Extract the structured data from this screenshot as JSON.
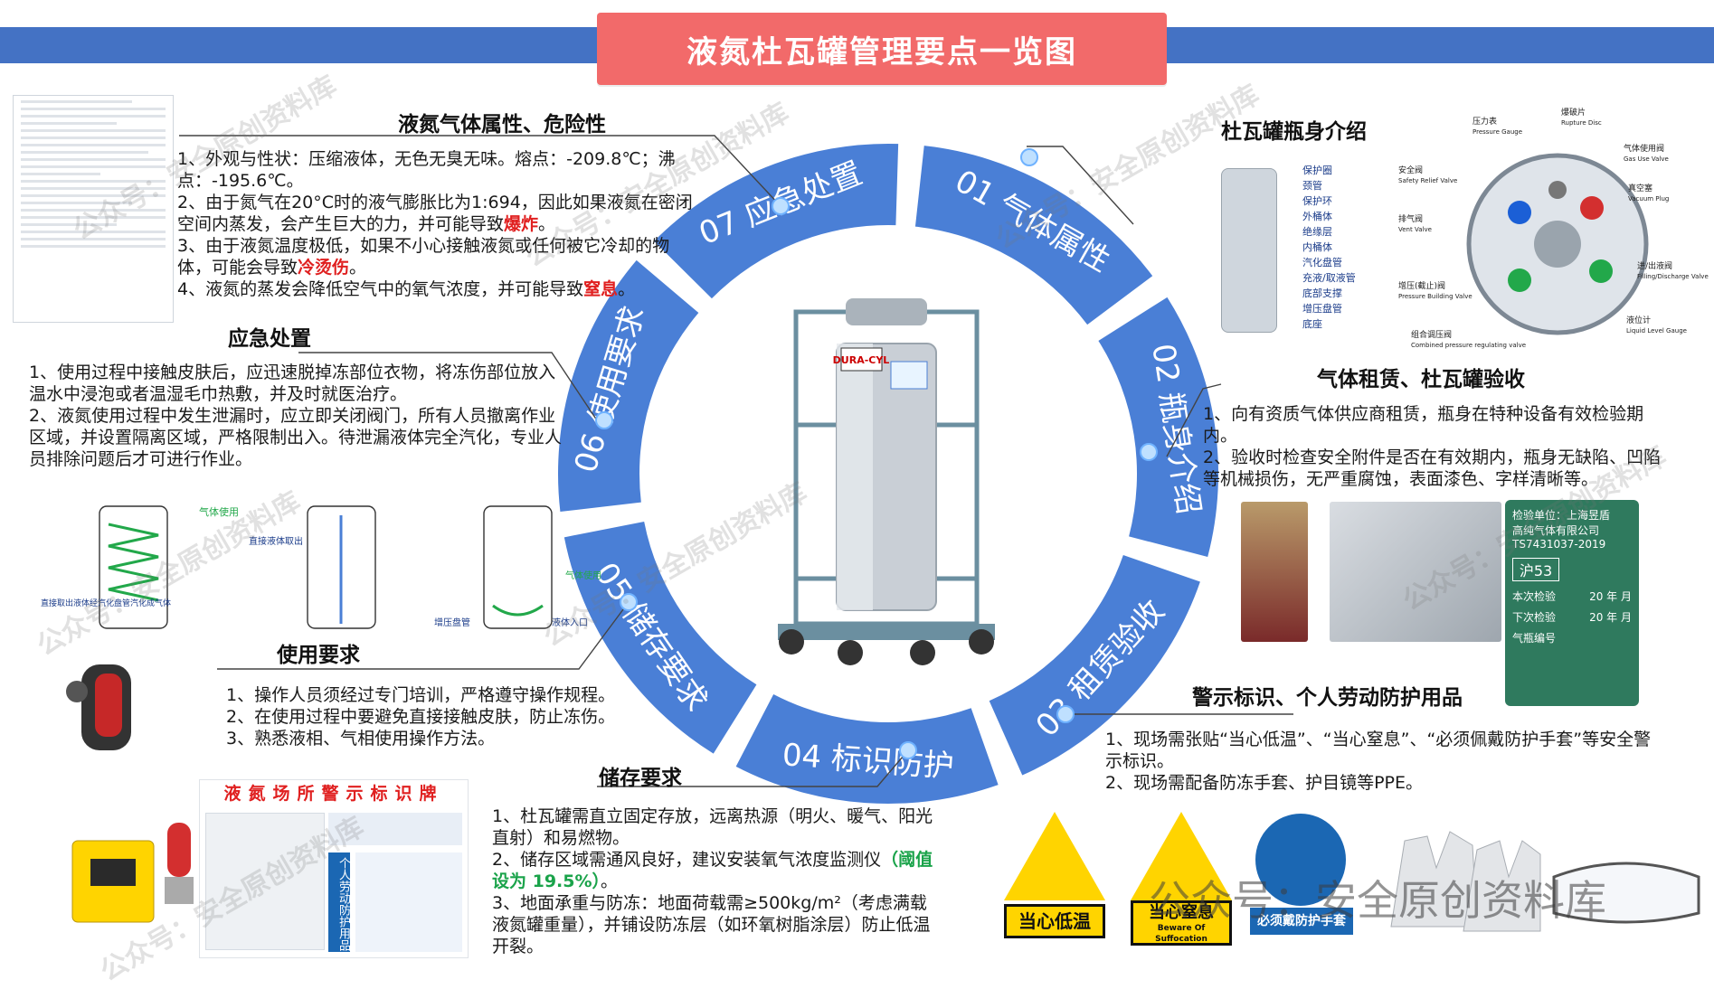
{
  "title": "液氮杜瓦罐管理要点一览图",
  "ring": {
    "segments": [
      {
        "label": "01 气体属性"
      },
      {
        "label": "02 瓶身介绍"
      },
      {
        "label": "03 租赁验收"
      },
      {
        "label": "04 标识防护"
      },
      {
        "label": "05 储存要求"
      },
      {
        "label": "06 使用要求"
      },
      {
        "label": "07 应急处置"
      }
    ],
    "color": "#4a7fd6"
  },
  "gas": {
    "heading": "液氮气体属性、危险性",
    "l1": "1、外观与性状：压缩液体，无色无臭无味。熔点：-209.8℃；沸点：-195.6℃。",
    "l2a": "2、由于氮气在20°C时的液气膨胀比为1:694，因此如果液氮在密闭空间内蒸发，会产生巨大的力，并可能导致",
    "l2b": "爆炸",
    "l2c": "。",
    "l3a": "3、由于液氮温度极低，如果不小心接触液氮或任何被它冷却的物体，可能会导致",
    "l3b": "冷烫伤",
    "l3c": "。",
    "l4a": "4、液氮的蒸发会降低空气中的氧气浓度，并可能导致",
    "l4b": "窒息",
    "l4c": "。"
  },
  "body": {
    "heading": "杜瓦罐瓶身介绍",
    "cylinder_labels": [
      "保护圈",
      "颈管",
      "保护环",
      "外桶体",
      "绝缘层",
      "内桶体",
      "汽化盘管",
      "充液/取液管",
      "底部支撑",
      "增压盘管",
      "底座"
    ],
    "valve_labels": [
      {
        "cn": "压力表",
        "en": "Pressure Gauge"
      },
      {
        "cn": "爆破片",
        "en": "Rupture Disc"
      },
      {
        "cn": "气体使用阀",
        "en": "Gas Use Valve"
      },
      {
        "cn": "安全阀",
        "en": "Safety Relief Valve"
      },
      {
        "cn": "真空塞",
        "en": "Vacuum Plug"
      },
      {
        "cn": "排气阀",
        "en": "Vent Valve"
      },
      {
        "cn": "进/出液阀",
        "en": "Filling/Discharge Valve"
      },
      {
        "cn": "增压(截止)阀",
        "en": "Pressure Building Valve"
      },
      {
        "cn": "液位计",
        "en": "Liquid Level Gauge"
      },
      {
        "cn": "组合调压阀",
        "en": "Combined pressure regulating valve"
      }
    ]
  },
  "rental": {
    "heading": "气体租赁、杜瓦罐验收",
    "l1": "1、向有资质气体供应商租赁，瓶身在特种设备有效检验期内。",
    "l2": "2、验收时检查安全附件是否在有效期内，瓶身无缺陷、凹陷等机械损伤，无严重腐蚀，表面漆色、字样清晰等。"
  },
  "tag": {
    "line1": "检验单位：上海昱盾",
    "line2": "高纯气体有限公司",
    "line3": "TS7431037-2019",
    "plate": "沪53",
    "row1": "本次检验",
    "row2": "下次检验",
    "row3": "气瓶编号",
    "year": "20  年  月"
  },
  "ppe": {
    "heading": "警示标识、个人劳动防护用品",
    "l1": "1、现场需张贴“当心低温”、“当心窒息”、“必须佩戴防护手套”等安全警示标识。",
    "l2": "2、现场需配备防冻手套、护目镜等PPE。",
    "sign1": "当心低温",
    "sign2": "当心窒息",
    "sign2_en": "Beware Of Suffocation",
    "sign3": "必须戴防护手套"
  },
  "storage": {
    "heading": "储存要求",
    "l1": "1、杜瓦罐需直立固定存放，远离热源（明火、暖气、阳光直射）和易燃物。",
    "l2a": "2、储存区域需通风良好，建议安装氧气浓度监测仪",
    "l2b": "（阈值设为 19.5%）",
    "l2c": "。",
    "l3": "3、地面承重与防冻：地面荷载需≥500kg/m²（考虑满载液氮罐重量），并铺设防冻层（如环氧树脂涂层）防止低温开裂。"
  },
  "use": {
    "heading": "使用要求",
    "l1": "1、操作人员须经过专门培训，严格遵守操作规程。",
    "l2": "2、在使用过程中要避免直接接触皮肤，防止冻伤。",
    "l3": "3、熟悉液相、气相使用操作方法。",
    "diagram_labels": [
      "气体使用",
      "直接液体取出",
      "直接取出液体经汽化盘管汽化成气体",
      "气体使用",
      "增压盘管",
      "液体入口"
    ]
  },
  "emergency": {
    "heading": "应急处置",
    "l1": "1、使用过程中接触皮肤后，应迅速脱掉冻部位衣物，将冻伤部位放入温水中浸泡或者温湿毛巾热敷，并及时就医治疗。",
    "l2": "2、液氮使用过程中发生泄漏时，应立即关闭阀门，所有人员撤离作业区域，并设置隔离区域，严格限制出入。待泄漏液体完全汽化，专业人员排除问题后才可进行作业。"
  },
  "warning_panel": {
    "title": "液氮场所警示标识牌",
    "side": "个人劳动防护用品"
  },
  "cylinder_brand": "DURA-CYL",
  "watermark": "公众号：安全原创资料库"
}
